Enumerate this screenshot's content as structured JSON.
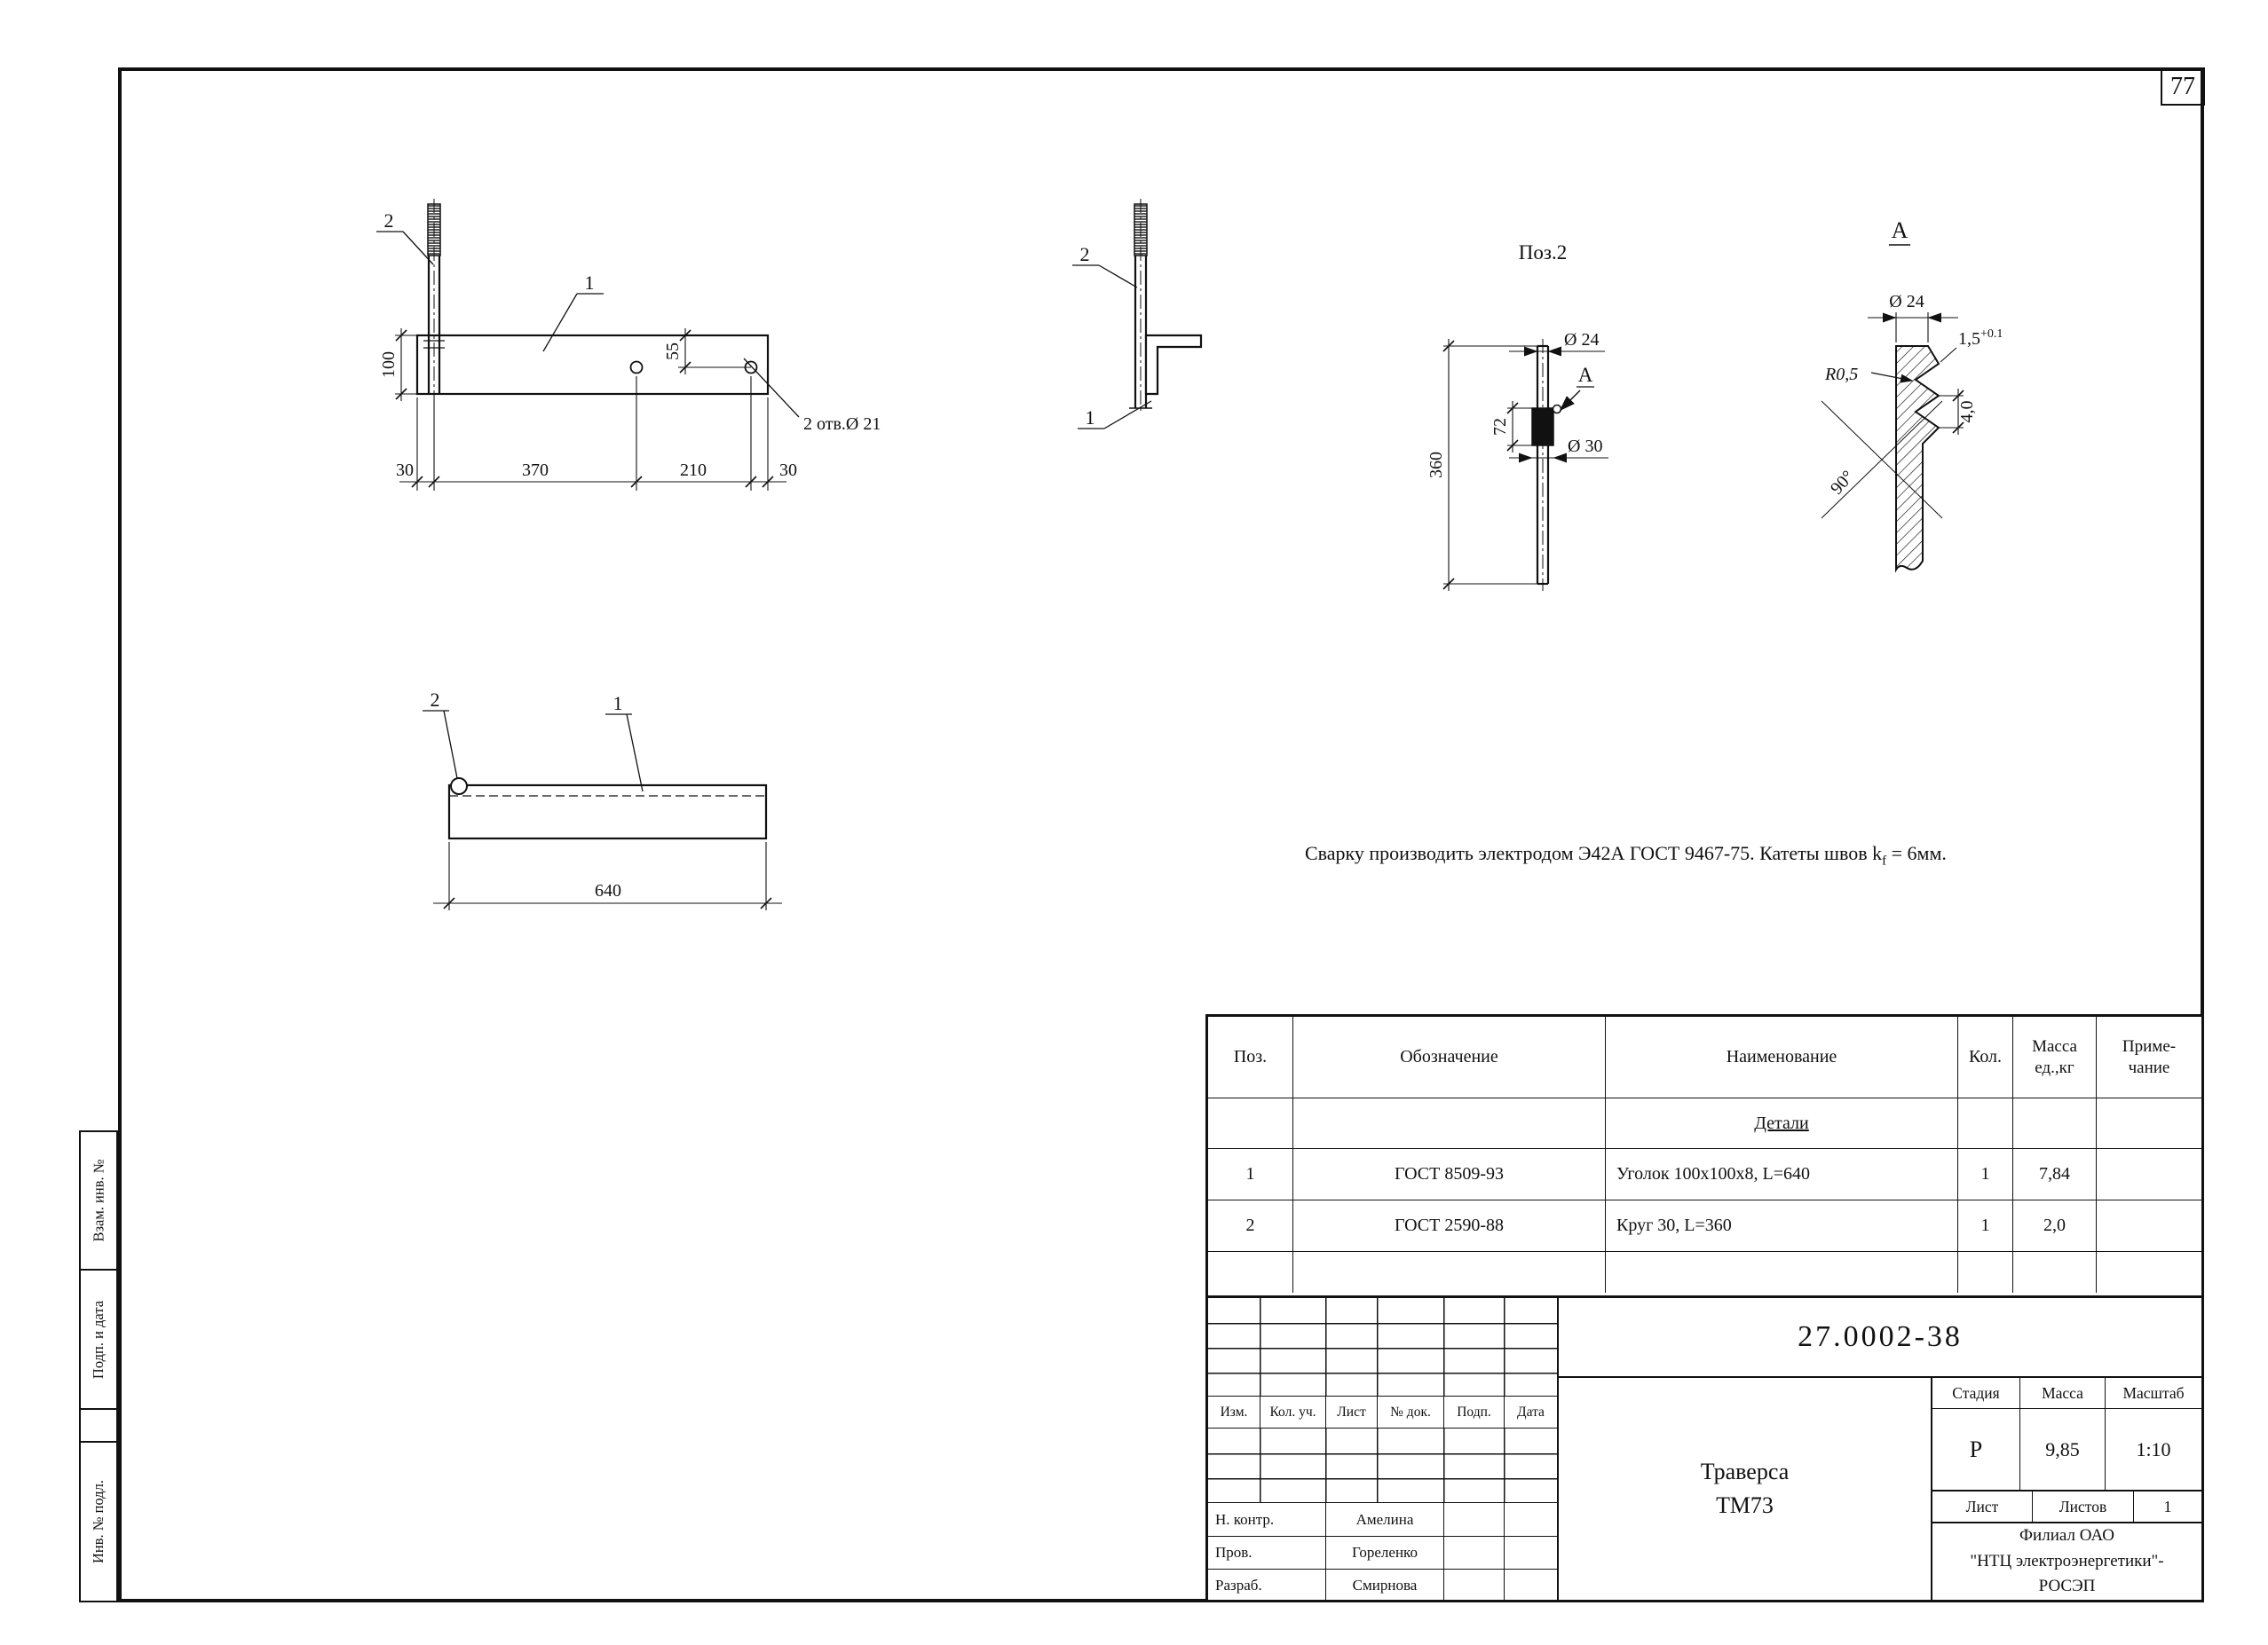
{
  "page": {
    "sheet_number": "77"
  },
  "colors": {
    "ink": "#111111",
    "paper": "#ffffff"
  },
  "side_strip": {
    "labels": [
      "Взам. инв. №",
      "Подп. и дата",
      "Инв. № подл."
    ]
  },
  "weld_note": {
    "before": "Сварку производить электродом Э42А ГОСТ 9467-75.  Катеты швов k",
    "sub": "f",
    "after": " = 6мм."
  },
  "drawing": {
    "front_view": {
      "pos_rod": "2",
      "pos_angle": "1",
      "dim_height": "100",
      "dim_hole_offset": "55",
      "holes_note": "2 отв.Ø 21",
      "dim_left": "30",
      "dim_370": "370",
      "dim_210": "210",
      "dim_right": "30"
    },
    "side_view": {
      "pos_rod": "2",
      "pos_angle": "1"
    },
    "pos2_view": {
      "title": "Поз.2",
      "dia_top": "Ø 24",
      "dia_collar": "Ø 30",
      "dim_length": "360",
      "dim_collar": "72",
      "section_label": "А"
    },
    "section_a": {
      "title": "А",
      "dia": "Ø 24",
      "groove_width": "1,5",
      "groove_tol": "+0.1",
      "radius": "R0,5",
      "angle": "90°",
      "pitch": "4,0"
    },
    "top_view": {
      "pos_rod": "2",
      "pos_angle": "1",
      "dim_length": "640"
    }
  },
  "spec_table": {
    "headers": {
      "pos": "Поз.",
      "designation": "Обозначение",
      "name": "Наименование",
      "qty": "Кол.",
      "mass": "Масса\nед.,кг",
      "note": "Приме-\nчание"
    },
    "section_title": "Детали",
    "rows": [
      {
        "pos": "1",
        "designation": "ГОСТ 8509-93",
        "name": "Уголок 100х100х8, L=640",
        "qty": "1",
        "mass": "7,84",
        "note": ""
      },
      {
        "pos": "2",
        "designation": "ГОСТ 2590-88",
        "name": "Круг 30, L=360",
        "qty": "1",
        "mass": "2,0",
        "note": ""
      }
    ]
  },
  "title_block": {
    "doc_number": "27.0002-38",
    "product_name_line1": "Траверса",
    "product_name_line2": "ТМ73",
    "stage_header": "Стадия",
    "mass_header": "Масса",
    "scale_header": "Масштаб",
    "stage": "Р",
    "mass": "9,85",
    "scale": "1:10",
    "sheet_label": "Лист",
    "sheets_label": "Листов",
    "sheets_count": "1",
    "company_line1": "Филиал ОАО",
    "company_line2": "\"НТЦ электроэнергетики\"-",
    "company_line3": "РОСЭП",
    "revision_headers": [
      "Изм.",
      "Кол. уч.",
      "Лист",
      "№ док.",
      "Подп.",
      "Дата"
    ],
    "signatures": [
      {
        "role": "Н. контр.",
        "name": "Амелина"
      },
      {
        "role": "Пров.",
        "name": "Гореленко"
      },
      {
        "role": "Разраб.",
        "name": "Смирнова"
      }
    ]
  }
}
